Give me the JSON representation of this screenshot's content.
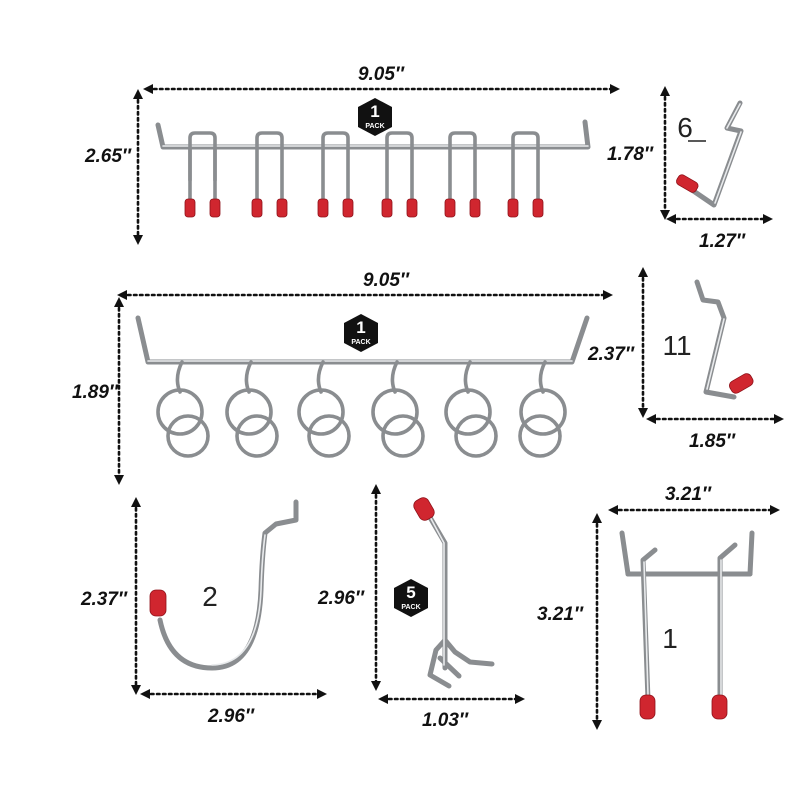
{
  "colors": {
    "tip_red": "#d0262f",
    "wire": "#8a8d90",
    "badge": "#111111",
    "text": "#111111"
  },
  "items": {
    "hook_bar_straight": {
      "width": "9.05″",
      "height": "2.65″",
      "badge_number": "1",
      "badge_text": "PACK"
    },
    "j_hook_small": {
      "quantity": "6",
      "height": "1.78″",
      "width": "1.27″"
    },
    "hook_bar_loops": {
      "width": "9.05″",
      "height": "1.89″",
      "badge_number": "1",
      "badge_text": "PACK"
    },
    "j_hook_medium": {
      "quantity": "11",
      "height": "2.37″",
      "width": "1.85″"
    },
    "j_hook_large": {
      "quantity": "2",
      "height": "2.37″",
      "width": "2.96″"
    },
    "bent_hook": {
      "height": "2.96″",
      "width": "1.03″",
      "badge_number": "5",
      "badge_text": "PACK"
    },
    "double_hook": {
      "quantity": "1",
      "height": "3.21″",
      "width": "3.21″"
    }
  }
}
